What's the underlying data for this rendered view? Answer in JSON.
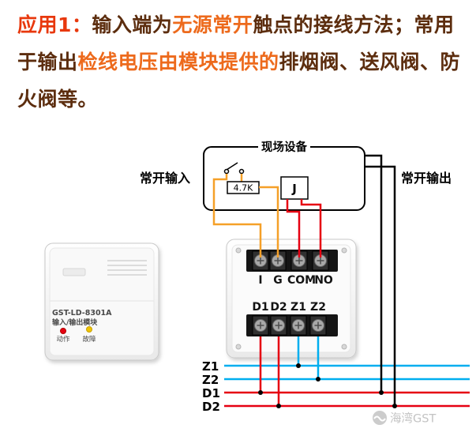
{
  "headline": {
    "segments": [
      {
        "text": "应用1：",
        "color": "#e8380d"
      },
      {
        "text": "输入端为",
        "color": "#5c2d0e"
      },
      {
        "text": "无源常开",
        "color": "#ed6a1c"
      },
      {
        "text": "触点的接线方法；常用于输出",
        "color": "#5c2d0e"
      },
      {
        "text": "检线电压由模块提供的",
        "color": "#ed6a1c"
      },
      {
        "text": "排烟阀、送风阀、防火阀等。",
        "color": "#5c2d0e"
      }
    ]
  },
  "diagram": {
    "field_device_label": "现场设备",
    "input_label": "常开输入",
    "output_label": "常开输出",
    "resistor_value": "4.7K",
    "relay_label": "J",
    "top_terminals": [
      "I",
      "G",
      "COM",
      "NO"
    ],
    "bottom_terminals": [
      "D1",
      "D2",
      "Z1",
      "Z2"
    ],
    "bus_lines": [
      {
        "label": "Z1",
        "color": "#00aeef"
      },
      {
        "label": "Z2",
        "color": "#00aeef"
      },
      {
        "label": "D1",
        "color": "#e60012"
      },
      {
        "label": "D2",
        "color": "#e60012"
      }
    ],
    "wire_colors": {
      "input": "#f5a028",
      "output": "#e60012",
      "signal": "#00aeef",
      "common": "#000000"
    }
  },
  "module_photo": {
    "model": "GST-LD-8301A",
    "type": "输入/输出模块",
    "led_labels": [
      "动作",
      "故障"
    ],
    "led_colors": [
      "#e60012",
      "#f0c400"
    ]
  },
  "watermark": {
    "text": "海湾GST"
  }
}
